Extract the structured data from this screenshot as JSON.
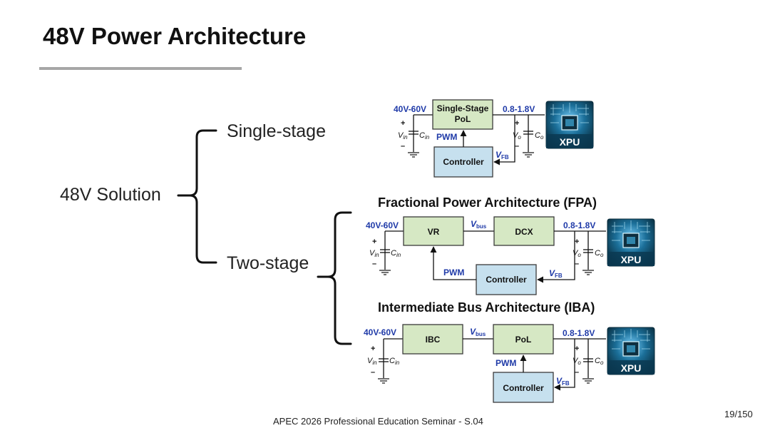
{
  "slide": {
    "title": "48V Power Architecture",
    "footer": "APEC 2026 Professional Education Seminar  -  S.04",
    "page_number": "19/150"
  },
  "tree": {
    "root": "48V Solution",
    "single": "Single-stage",
    "two": "Two-stage"
  },
  "headings": {
    "fpa": "Fractional Power Architecture (FPA)",
    "iba": "Intermediate Bus Architecture (IBA)"
  },
  "labels": {
    "vin_range": "40V-60V",
    "vout_range": "0.8-1.8V",
    "vbus_main": "V",
    "vbus_sub": "bus",
    "vfb_main": "V",
    "vfb_sub": "FB",
    "pwm": "PWM",
    "plus": "+",
    "minus": "–",
    "vin_main": "V",
    "vin_sub": "in",
    "cin_main": "C",
    "cin_sub": "in",
    "vo_main": "V",
    "vo_sub": "o",
    "co_main": "C",
    "co_sub": "o"
  },
  "blocks": {
    "single_stage_l1": "Single-Stage",
    "single_stage_l2": "PoL",
    "controller": "Controller",
    "vr": "VR",
    "dcx": "DCX",
    "ibc": "IBC",
    "pol": "PoL",
    "xpu": "XPU"
  },
  "colors": {
    "converter_block": "#d6e8c4",
    "controller_block": "#c6e0ee",
    "signal_label": "#1f3aa8",
    "chip_background": "#0b3a52"
  }
}
